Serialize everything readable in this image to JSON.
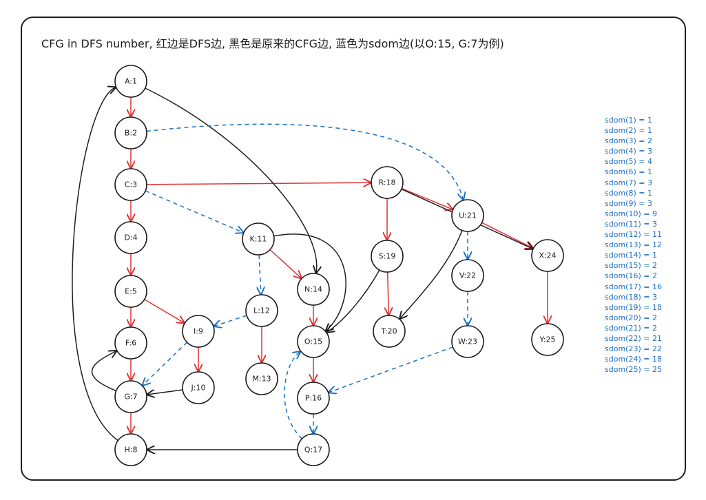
{
  "title": "CFG in DFS number, 红边是DFS边, 黑色是原来的CFG边, 蓝色为sdom边(以O:15, G:7为例)",
  "colors": {
    "dfs_edge": "#e03131",
    "cfg_edge": "#1e1e1e",
    "sdom_edge": "#1971c2",
    "sdom_text": "#1f6fc0"
  },
  "nodes": [
    {
      "id": "A",
      "label": "A:1"
    },
    {
      "id": "B",
      "label": "B:2"
    },
    {
      "id": "C",
      "label": "C:3"
    },
    {
      "id": "D",
      "label": "D:4"
    },
    {
      "id": "E",
      "label": "E:5"
    },
    {
      "id": "F",
      "label": "F:6"
    },
    {
      "id": "G",
      "label": "G:7"
    },
    {
      "id": "H",
      "label": "H:8"
    },
    {
      "id": "I",
      "label": "I:9"
    },
    {
      "id": "J",
      "label": "J:10"
    },
    {
      "id": "K",
      "label": "K:11"
    },
    {
      "id": "L",
      "label": "L:12"
    },
    {
      "id": "M",
      "label": "M:13"
    },
    {
      "id": "N",
      "label": "N:14"
    },
    {
      "id": "O",
      "label": "O:15"
    },
    {
      "id": "P",
      "label": "P:16"
    },
    {
      "id": "Q",
      "label": "Q:17"
    },
    {
      "id": "R",
      "label": "R:18"
    },
    {
      "id": "S",
      "label": "S:19"
    },
    {
      "id": "T",
      "label": "T:20"
    },
    {
      "id": "U",
      "label": "U:21"
    },
    {
      "id": "V",
      "label": "V:22"
    },
    {
      "id": "W",
      "label": "W:23"
    },
    {
      "id": "X",
      "label": "X:24"
    },
    {
      "id": "Y",
      "label": "Y:25"
    }
  ],
  "edges": [
    {
      "from": "A",
      "to": "B",
      "kind": "dfs"
    },
    {
      "from": "B",
      "to": "C",
      "kind": "dfs"
    },
    {
      "from": "C",
      "to": "D",
      "kind": "dfs"
    },
    {
      "from": "D",
      "to": "E",
      "kind": "dfs"
    },
    {
      "from": "E",
      "to": "F",
      "kind": "dfs"
    },
    {
      "from": "F",
      "to": "G",
      "kind": "dfs"
    },
    {
      "from": "G",
      "to": "H",
      "kind": "dfs"
    },
    {
      "from": "E",
      "to": "I",
      "kind": "dfs"
    },
    {
      "from": "I",
      "to": "J",
      "kind": "dfs"
    },
    {
      "from": "C",
      "to": "R",
      "kind": "dfs"
    },
    {
      "from": "K",
      "to": "N",
      "kind": "dfs"
    },
    {
      "from": "L",
      "to": "M",
      "kind": "dfs"
    },
    {
      "from": "N",
      "to": "O",
      "kind": "dfs"
    },
    {
      "from": "O",
      "to": "P",
      "kind": "dfs"
    },
    {
      "from": "R",
      "to": "S",
      "kind": "dfs"
    },
    {
      "from": "S",
      "to": "T",
      "kind": "dfs"
    },
    {
      "from": "R",
      "to": "U",
      "kind": "dfs"
    },
    {
      "from": "U",
      "to": "X",
      "kind": "dfs"
    },
    {
      "from": "X",
      "to": "Y",
      "kind": "dfs"
    },
    {
      "from": "A",
      "to": "N",
      "kind": "cfg"
    },
    {
      "from": "K",
      "to": "O",
      "kind": "cfg"
    },
    {
      "from": "S",
      "to": "O",
      "kind": "cfg"
    },
    {
      "from": "R",
      "to": "X",
      "kind": "cfg"
    },
    {
      "from": "U",
      "to": "T",
      "kind": "cfg"
    },
    {
      "from": "J",
      "to": "G",
      "kind": "cfg"
    },
    {
      "from": "Q",
      "to": "H",
      "kind": "cfg"
    },
    {
      "from": "H",
      "to": "A",
      "kind": "cfg"
    },
    {
      "from": "G",
      "to": "F",
      "kind": "cfg"
    },
    {
      "from": "B",
      "to": "U",
      "kind": "sdom"
    },
    {
      "from": "C",
      "to": "K",
      "kind": "sdom"
    },
    {
      "from": "K",
      "to": "L",
      "kind": "sdom"
    },
    {
      "from": "L",
      "to": "I",
      "kind": "sdom"
    },
    {
      "from": "I",
      "to": "G",
      "kind": "sdom"
    },
    {
      "from": "U",
      "to": "V",
      "kind": "sdom"
    },
    {
      "from": "V",
      "to": "W",
      "kind": "sdom"
    },
    {
      "from": "W",
      "to": "P",
      "kind": "sdom"
    },
    {
      "from": "P",
      "to": "Q",
      "kind": "sdom"
    },
    {
      "from": "Q",
      "to": "O",
      "kind": "sdom"
    }
  ],
  "sdom_list": [
    "sdom(1) = 1",
    "sdom(2) = 1",
    "sdom(3) = 2",
    "sdom(4) = 3",
    "sdom(5) = 4",
    "sdom(6) = 1",
    "sdom(7) = 3",
    "sdom(8) = 1",
    "sdom(9) = 3",
    "sdom(10) = 9",
    "sdom(11) = 3",
    "sdom(12) = 11",
    "sdom(13) = 12",
    "sdom(14) = 1",
    "sdom(15) = 2",
    "sdom(16) = 2",
    "sdom(17) = 16",
    "sdom(18) = 3",
    "sdom(19) = 18",
    "sdom(20) = 2",
    "sdom(21) = 2",
    "sdom(22) = 21",
    "sdom(23) = 22",
    "sdom(24) = 18",
    "sdom(25) = 25"
  ]
}
